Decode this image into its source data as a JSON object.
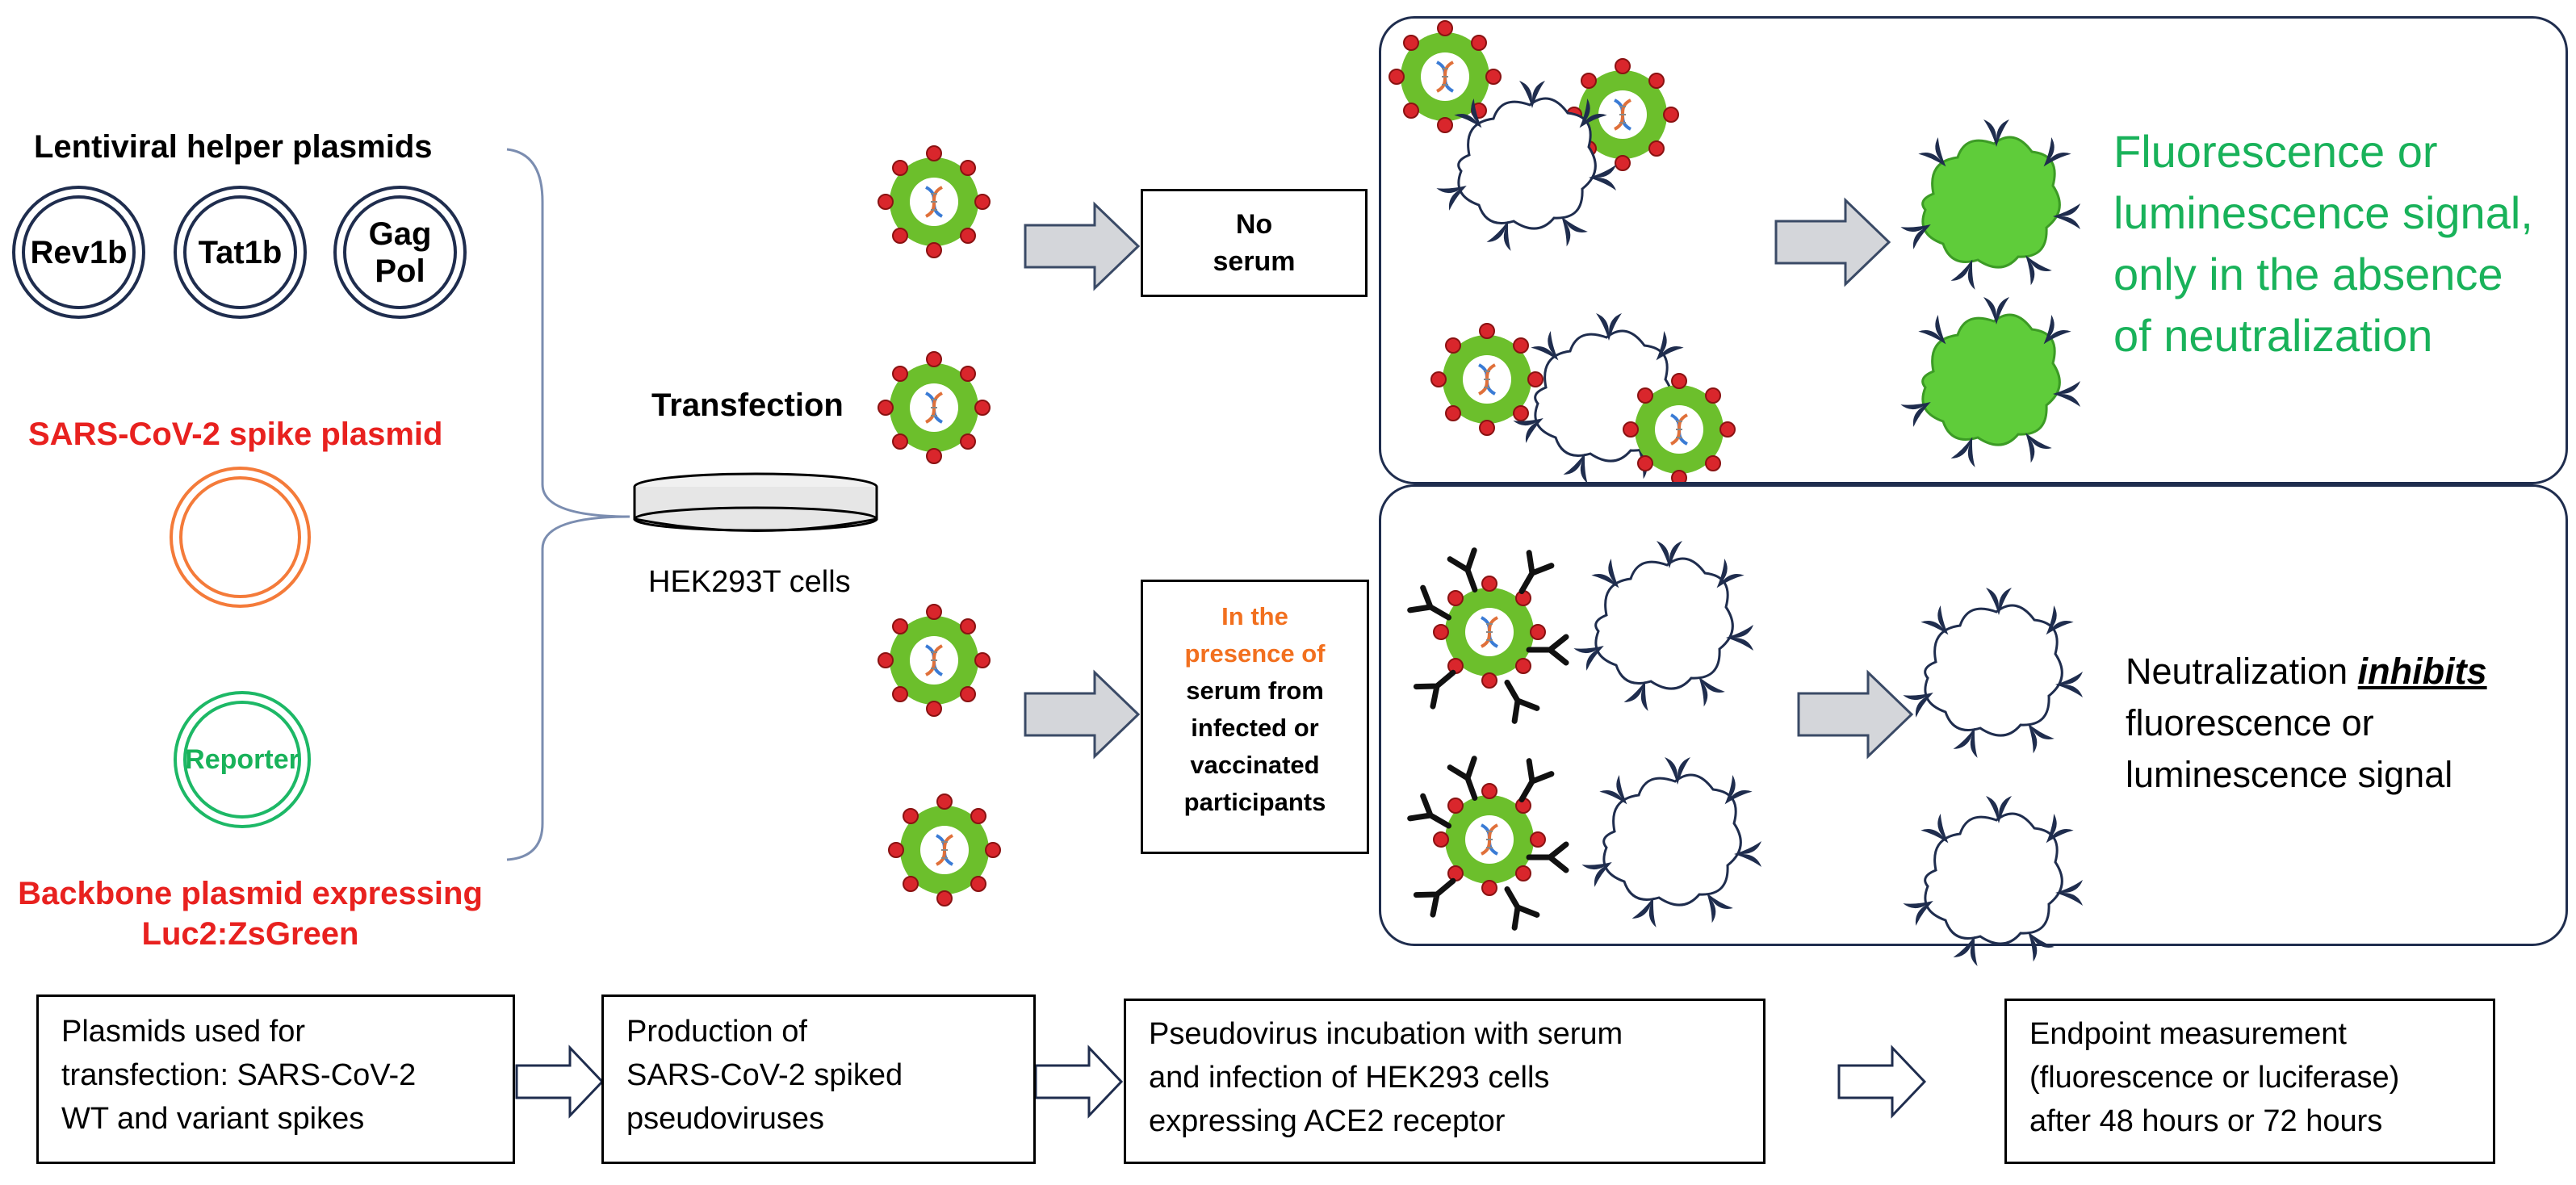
{
  "plasmids": {
    "helper_title": "Lentiviral helper plasmids",
    "helper_items": [
      {
        "label_line1": "Rev1b",
        "label_line2": ""
      },
      {
        "label_line1": "Tat1b",
        "label_line2": ""
      },
      {
        "label_line1": "Gag",
        "label_line2": "Pol"
      }
    ],
    "spike_title": "SARS-CoV-2 spike plasmid",
    "reporter_label": "Reporter",
    "backbone_title_line1": "Backbone plasmid expressing",
    "backbone_title_line2": "Luc2:ZsGreen"
  },
  "cells": {
    "transfection_label": "Transfection",
    "cell_line_label": "HEK293T cells"
  },
  "conditions": {
    "no_serum_line1": "No",
    "no_serum_line2": "serum",
    "serum_line1": "In the",
    "serum_line2": "presence of",
    "serum_line3": "serum from",
    "serum_line4": "infected or",
    "serum_line5": "vaccinated",
    "serum_line6": "participants"
  },
  "results": {
    "signal_line1": "Fluorescence or",
    "signal_line2": "luminescence signal,",
    "signal_line3": "only in the absence",
    "signal_line4": "of neutralization",
    "inhibit_prefix": "Neutralization ",
    "inhibit_emphasis": "inhibits",
    "inhibit_line2": "fluorescence or",
    "inhibit_line3": "luminescence signal"
  },
  "steps": [
    {
      "line1": "Plasmids used for",
      "line2": "transfection: SARS-CoV-2",
      "line3": "WT and variant spikes"
    },
    {
      "line1": "Production of",
      "line2": "SARS-CoV-2 spiked",
      "line3": "pseudoviruses"
    },
    {
      "line1": "Pseudovirus incubation with serum",
      "line2": "and infection of HEK293 cells",
      "line3": "expressing ACE2 receptor"
    },
    {
      "line1": "Endpoint measurement",
      "line2": "(fluorescence or luciferase)",
      "line3": "after 48 hours or 72 hours"
    }
  ],
  "colors": {
    "navy": "#1f2d4e",
    "red_title": "#e8211f",
    "orange_text": "#f2701f",
    "green_text": "#19b25a",
    "virus_green": "#6cbf2c",
    "virus_red": "#d9262c",
    "cell_fill_green": "#5fcc3a",
    "arrow_gray": "#d4d6da"
  },
  "icons": {
    "virus": "pseudovirus-icon",
    "cell": "cell-icon",
    "antibody": "antibody-icon",
    "dish": "petri-dish-icon",
    "arrow": "block-arrow-icon"
  }
}
